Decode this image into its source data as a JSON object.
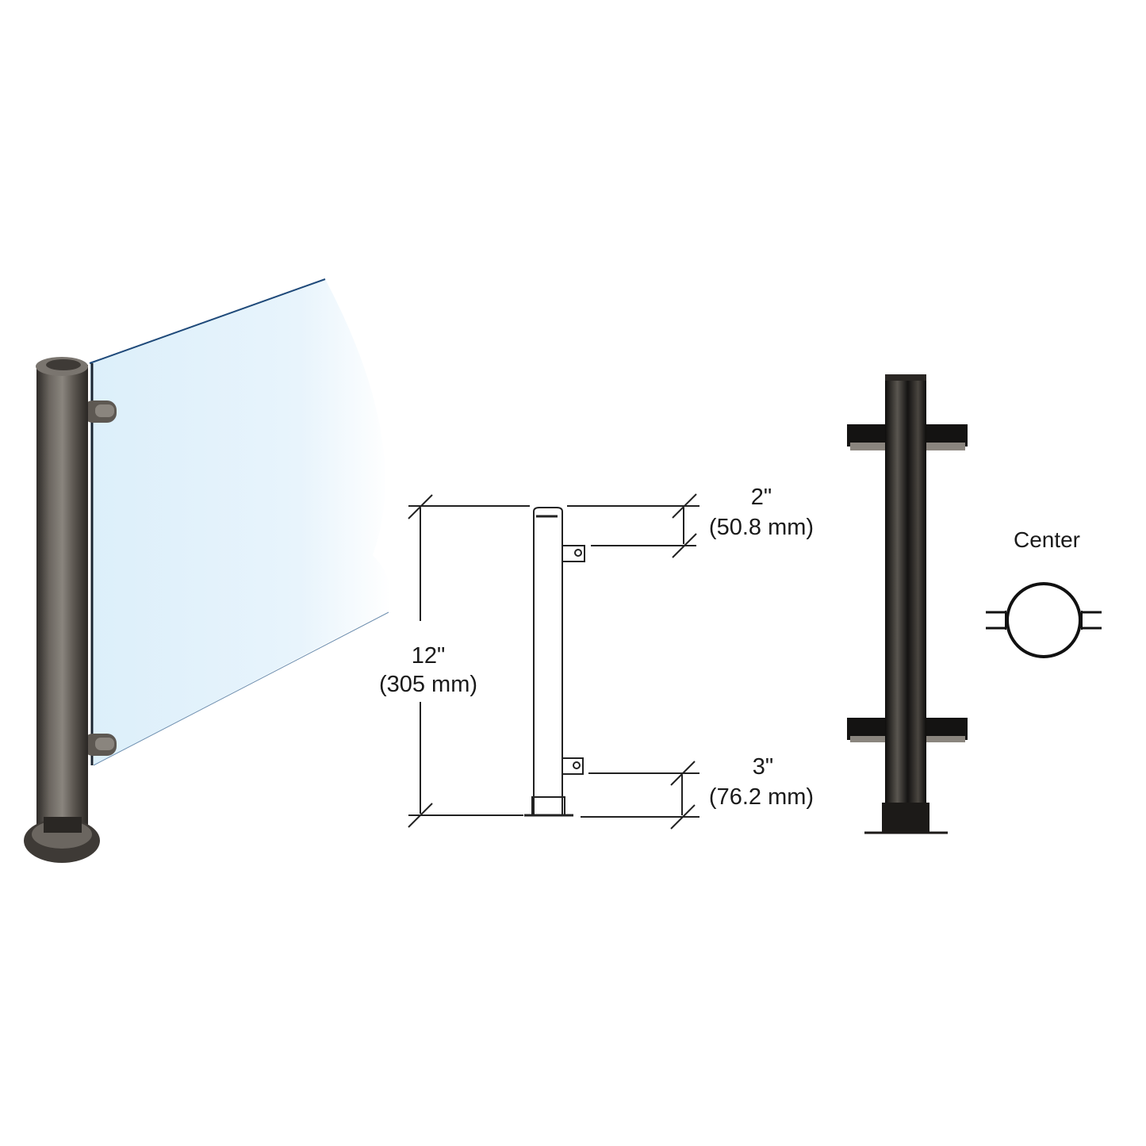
{
  "figure": {
    "description": "Glass railing post with glass panel, dimensioned drawing, and center post view",
    "colors": {
      "background": "#ffffff",
      "post_metal": "#4a4640",
      "post_dark": "#1c1a18",
      "glass": "#e6f3fb",
      "glass_edge": "#1f4a7a",
      "line": "#222222"
    }
  },
  "dimensions": {
    "height": {
      "imperial": "12\"",
      "metric": "(305 mm)"
    },
    "top_offset": {
      "imperial": "2\"",
      "metric": "(50.8 mm)"
    },
    "bottom_offset": {
      "imperial": "3\"",
      "metric": "(76.2 mm)"
    }
  },
  "center_view": {
    "label": "Center"
  }
}
